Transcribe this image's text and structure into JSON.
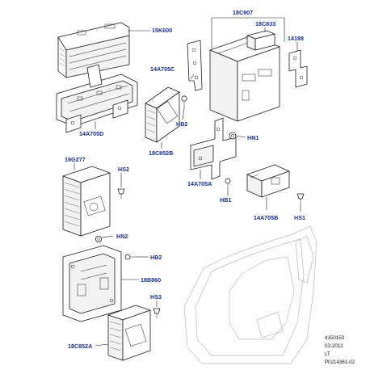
{
  "diagram": {
    "part_labels": {
      "p15K600": "15K600",
      "p18C907": "18C907",
      "p18C833": "18C833",
      "p14188": "14188",
      "p14A705C": "14A705C",
      "p14A705D": "14A705D",
      "p18C852B": "18C852B",
      "pHB2a": "HB2",
      "pHN1": "HN1",
      "p19G277": "19G277",
      "pHS2": "HS2",
      "p14A705A": "14A705A",
      "pHB1": "HB1",
      "p14A705B": "14A705B",
      "pHS1": "HS1",
      "pHN2": "HN2",
      "pHB2b": "HB2",
      "p18B860": "18B860",
      "pHS3": "HS3",
      "p18C852A": "18C852A"
    },
    "footer": {
      "ref": "4150150",
      "date": "03-2012",
      "code": "LT",
      "plate": "P0214361-02"
    }
  }
}
